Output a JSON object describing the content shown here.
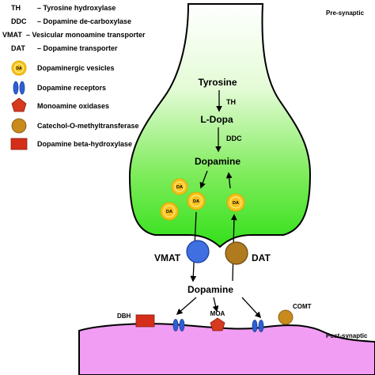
{
  "legend": {
    "abbreviations": [
      {
        "abbr": "TH",
        "desc": "– Tyrosine hydroxylase"
      },
      {
        "abbr": "DDC",
        "desc": "– Dopamine de-carboxylase"
      },
      {
        "abbr": "VMAT",
        "desc": "– Vesicular monoamine transporter"
      },
      {
        "abbr": "DAT",
        "desc": "– Dopamine transporter"
      }
    ],
    "symbols": [
      {
        "icon": "vesicle-icon",
        "label": "Dopaminergic vesicles",
        "glyph": "DA"
      },
      {
        "icon": "receptor-icon",
        "label": "Dopamine receptors"
      },
      {
        "icon": "pentagon-icon",
        "label": "Monoamine oxidases"
      },
      {
        "icon": "circle-icon",
        "label": "Catechol-O-methyltransferase"
      },
      {
        "icon": "rectangle-icon",
        "label": "Dopamine beta-hydroxylase"
      }
    ]
  },
  "presynaptic_label": "Pre-synaptic",
  "postsynaptic_label": "Post-synaptic",
  "pathway": {
    "tyrosine": "Tyrosine",
    "th": "TH",
    "ldopa": "L-Dopa",
    "ddc": "DDC",
    "dopamine": "Dopamine"
  },
  "vesicle_label": "DA",
  "vmat_label": "VMAT",
  "dat_label": "DAT",
  "synaptic_dopamine": "Dopamine",
  "dbh_label": "DBH",
  "moa_label": "MOA",
  "comt_label": "COMT",
  "colors": {
    "terminal_top": "#ffffff",
    "terminal_bottom": "#33e01a",
    "vesicle": "#f7c21d",
    "receptor": "#2f5fd4",
    "mao": "#d63a1f",
    "comt": "#c98a1c",
    "dbh": "#d42e1a",
    "postsynaptic": "#f19df3",
    "vmat": "#3f6fe0",
    "dat": "#b07a1f"
  }
}
